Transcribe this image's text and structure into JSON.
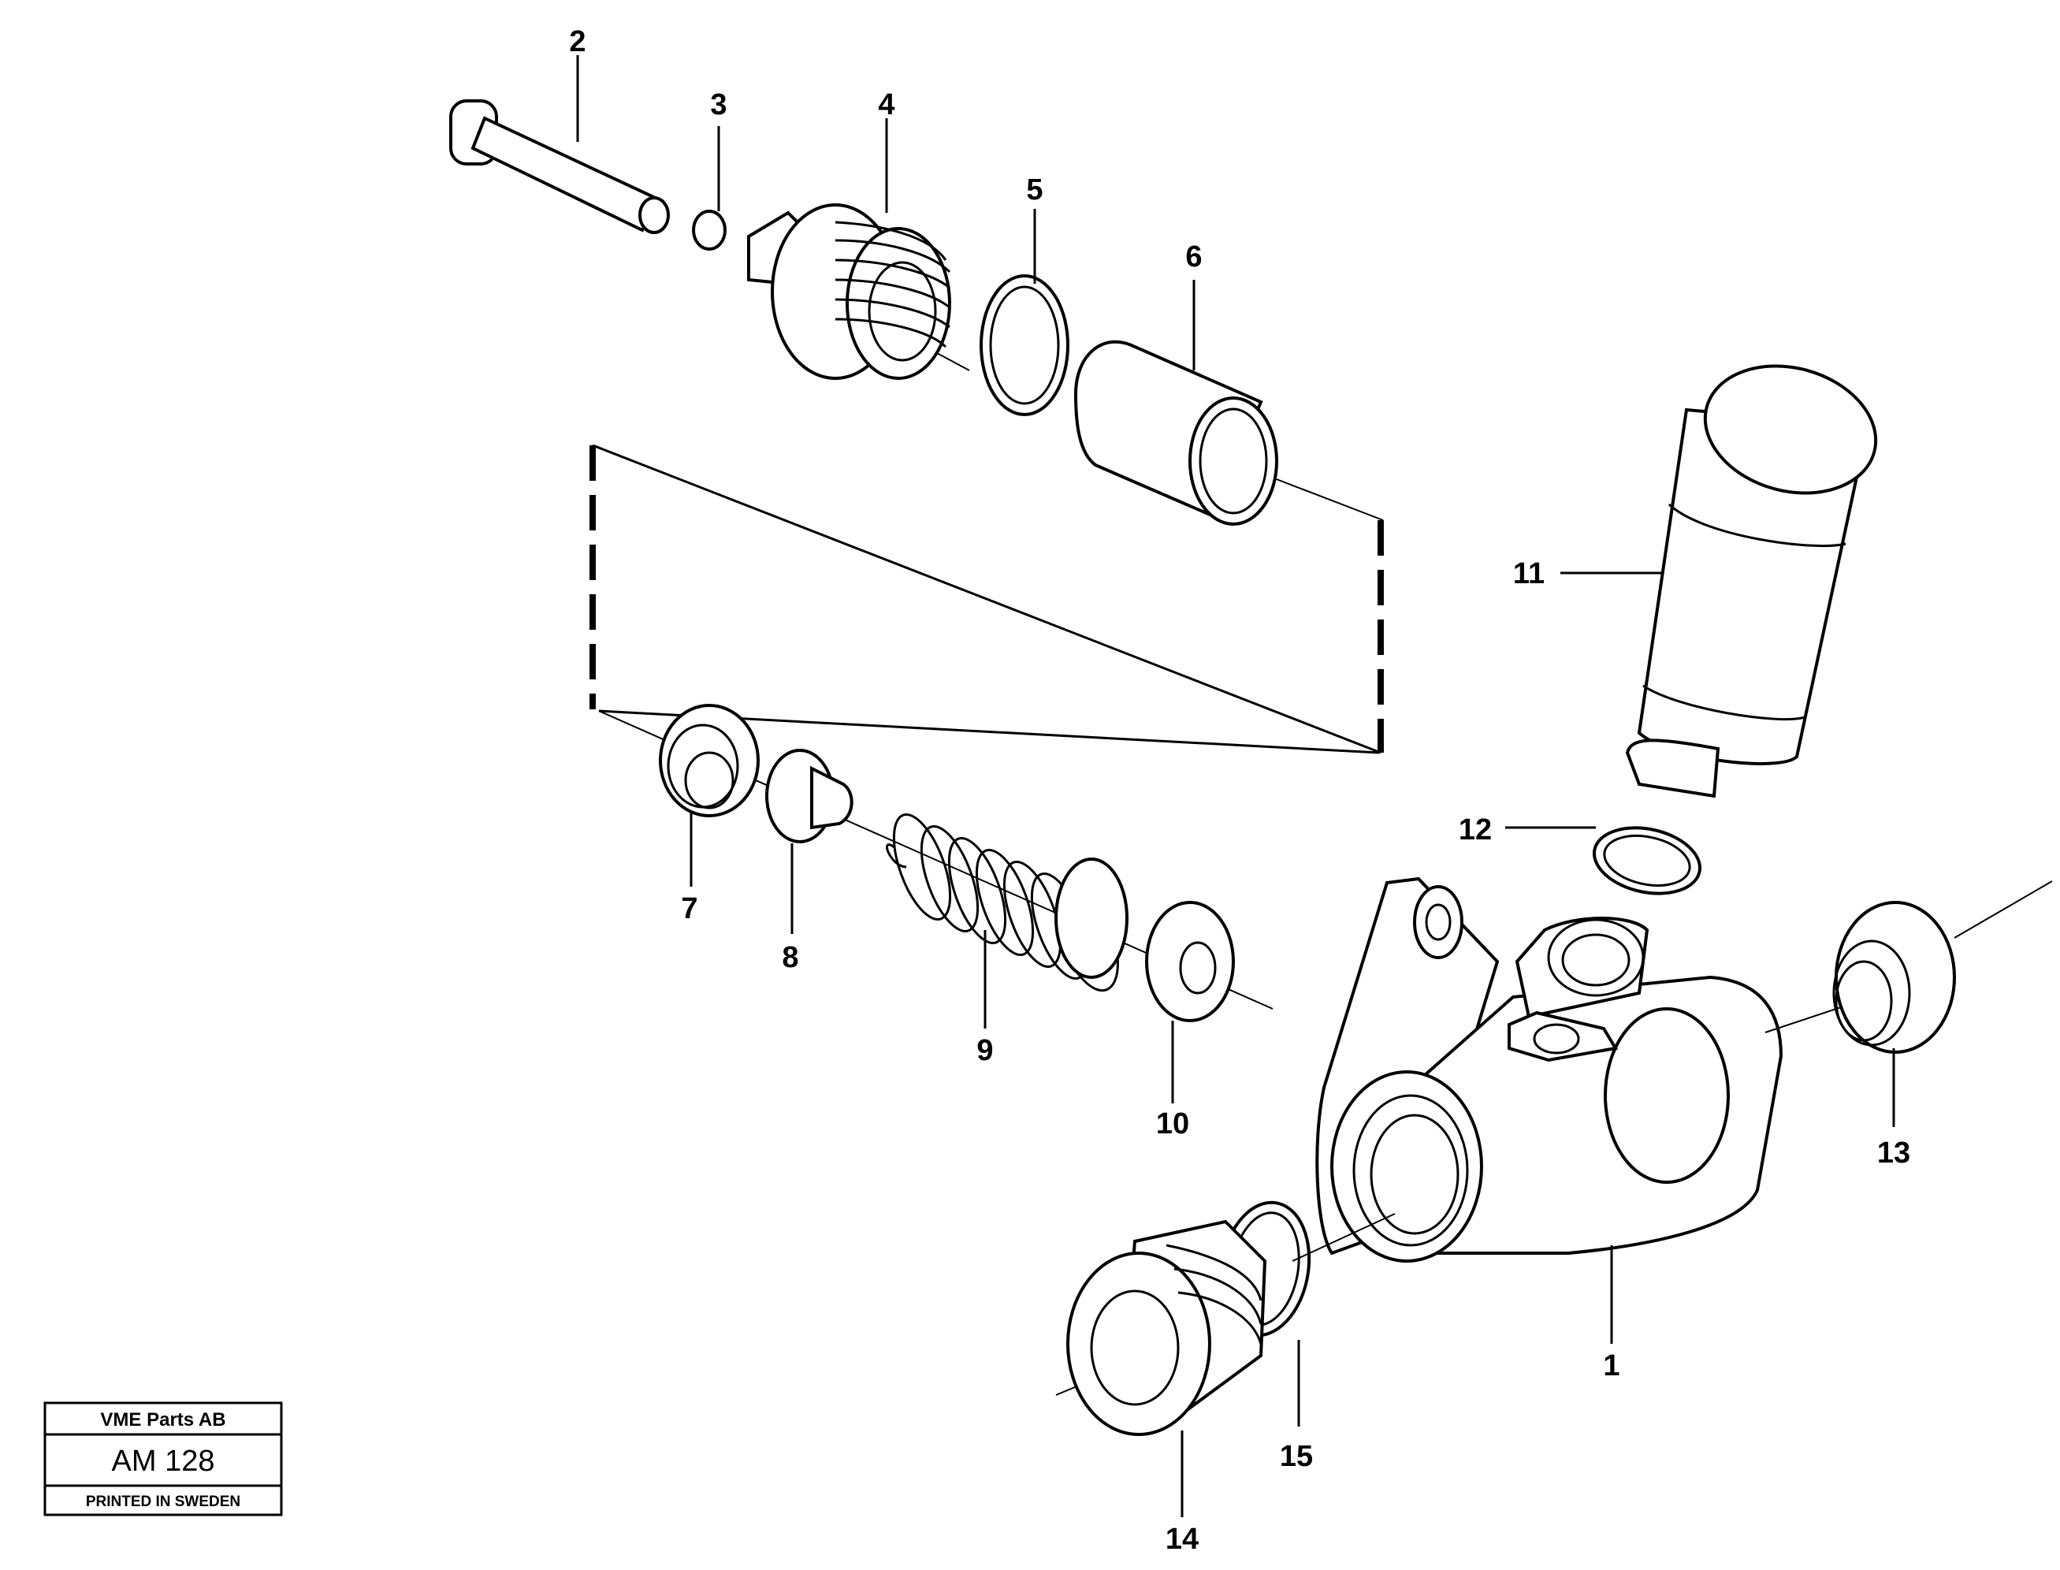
{
  "title_block": {
    "company": "VME Parts AB",
    "drawing_number": "AM 128",
    "printed": "PRINTED IN SWEDEN"
  },
  "callouts": [
    "1",
    "2",
    "3",
    "4",
    "5",
    "6",
    "7",
    "8",
    "9",
    "10",
    "11",
    "12",
    "13",
    "14",
    "15"
  ]
}
